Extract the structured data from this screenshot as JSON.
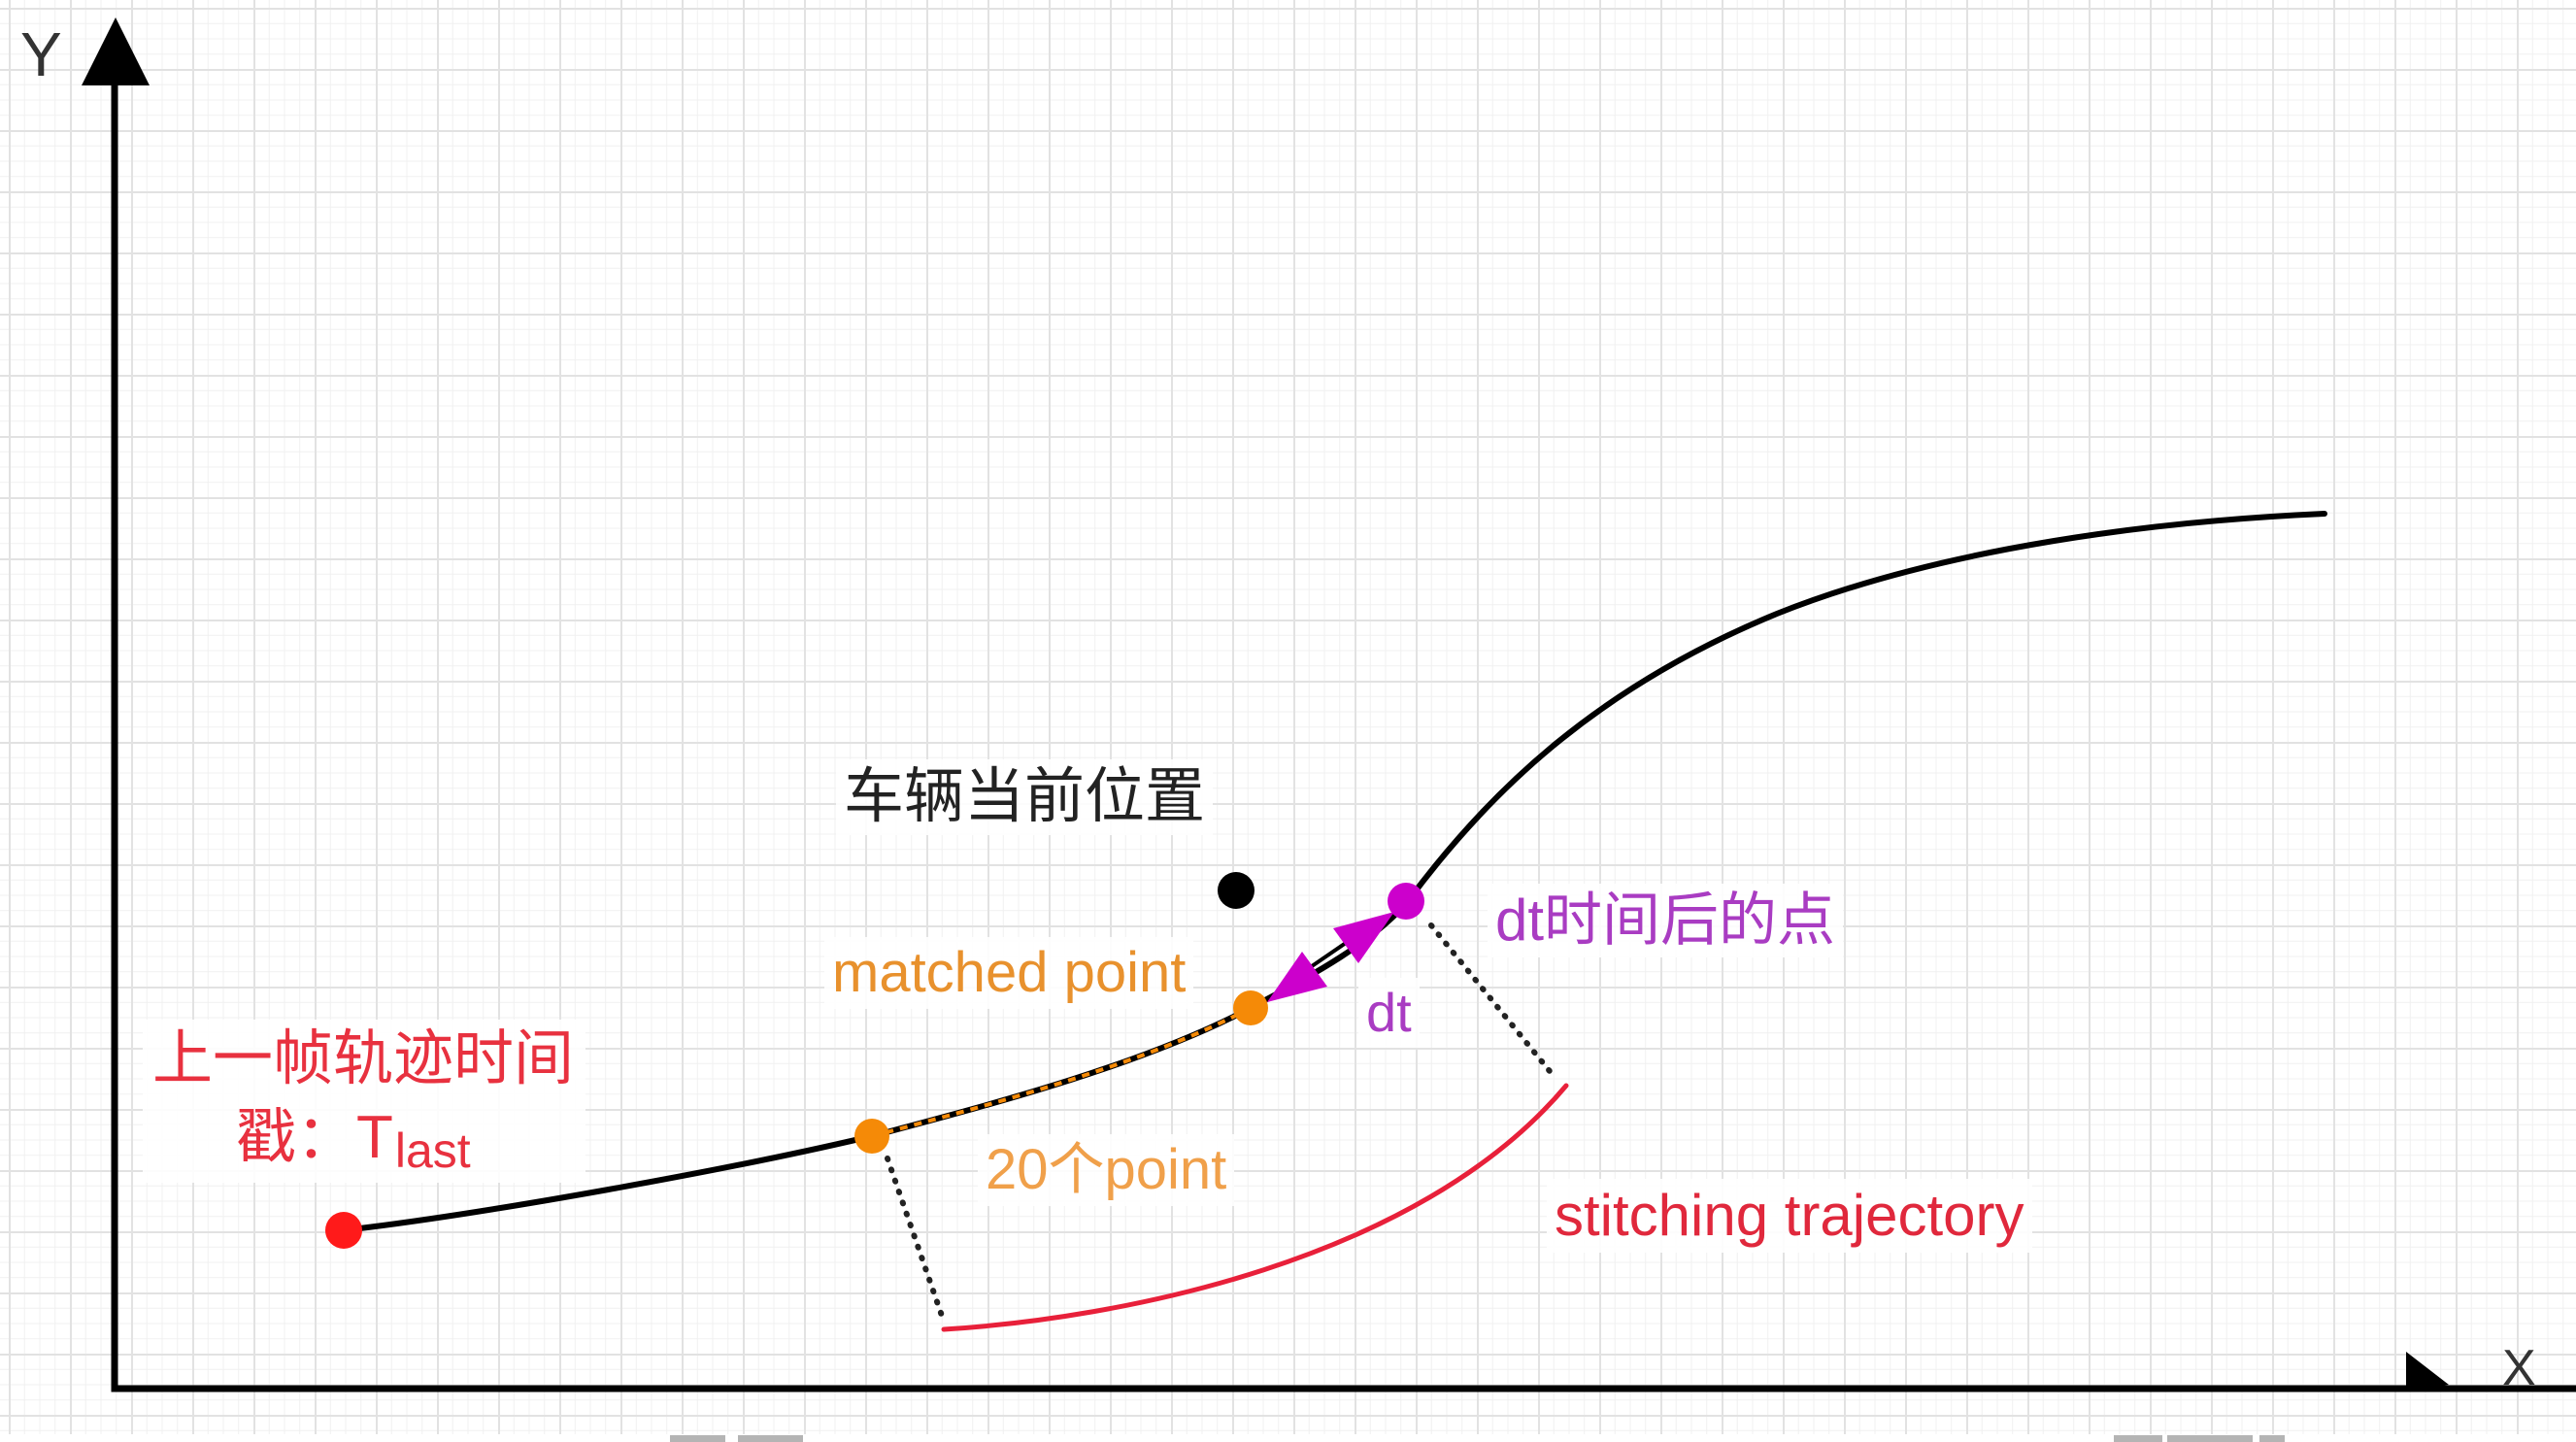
{
  "axes": {
    "y": {
      "label": "Y"
    },
    "x": {
      "label": "X"
    },
    "color": "#000000"
  },
  "annotations": {
    "vehicle_position": {
      "text": "车辆当前位置",
      "color": "#222222"
    },
    "matched_point": {
      "text": "matched point",
      "color": "#e8912d"
    },
    "dt_point": {
      "text": "dt时间后的点",
      "color": "#a93cc2"
    },
    "dt": {
      "text": "dt",
      "color": "#a93cc2"
    },
    "last_timestamp": {
      "line1": "上一帧轨迹时间",
      "line2_prefix": "戳：",
      "symbol": "T",
      "subscript": "last",
      "color": "#e8313f"
    },
    "twenty_points": {
      "text": "20个point",
      "color": "#f0a04a"
    },
    "stitching_trajectory": {
      "text": "stitching trajectory",
      "color": "#e0283c"
    }
  },
  "markers": {
    "last_trajectory_start": {
      "color": "#ff1a1a"
    },
    "window_start": {
      "color": "#f58a07"
    },
    "matched_point": {
      "color": "#f58a07"
    },
    "dt_point": {
      "color": "#cc00cc"
    },
    "vehicle_position": {
      "color": "#000000"
    }
  },
  "curves": {
    "previous_trajectory": {
      "color": "#000000"
    },
    "matched_window_overlay": {
      "color": "#f58a07"
    },
    "stitching_trajectory": {
      "color": "#e8203a"
    },
    "connector": {
      "color": "#222222"
    },
    "dt_arrow": {
      "color": "#cc00cc"
    }
  }
}
